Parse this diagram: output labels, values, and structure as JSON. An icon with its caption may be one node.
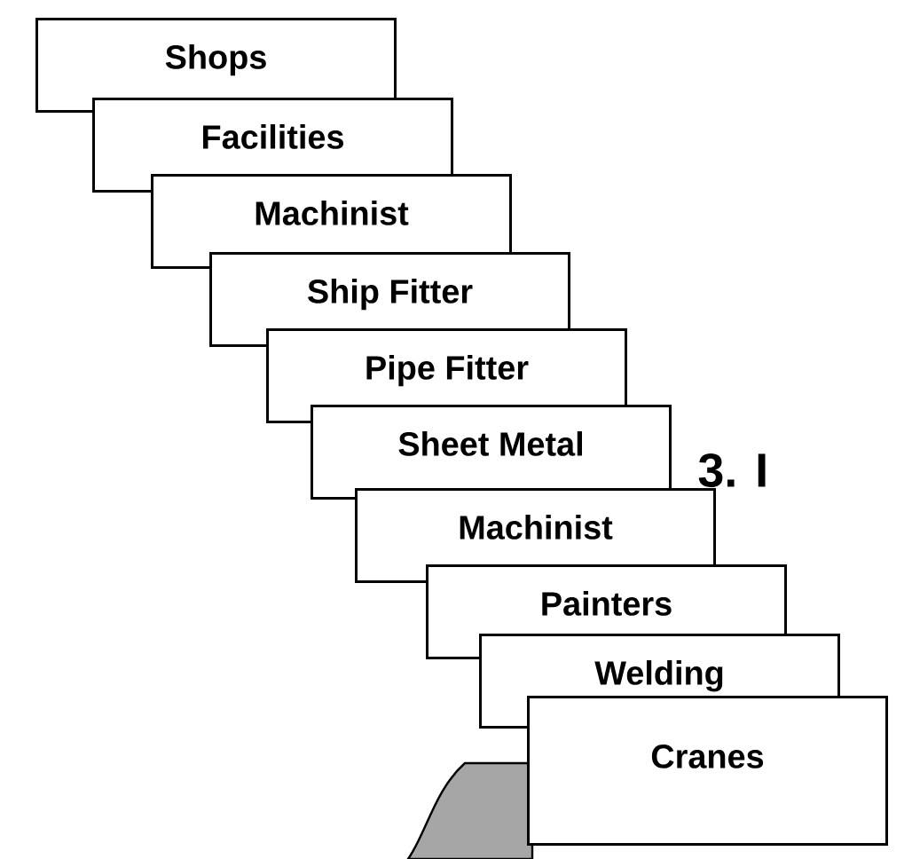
{
  "diagram": {
    "nodes": [
      {
        "text": [
          "Shops"
        ]
      },
      {
        "text": [
          "Facilities"
        ]
      },
      {
        "text": [
          "Machinist"
        ]
      },
      {
        "text": [
          "Ship Fitter"
        ]
      },
      {
        "text": [
          "Pipe Fitter"
        ]
      },
      {
        "text": [
          "Sheet Metal"
        ]
      },
      {
        "text": [
          "Machinist"
        ]
      },
      {
        "text": [
          "Painters"
        ]
      },
      {
        "text": [
          "Welding"
        ]
      },
      {
        "text": [
          "Cranes"
        ]
      }
    ],
    "labels": [
      "3. I"
    ]
  }
}
